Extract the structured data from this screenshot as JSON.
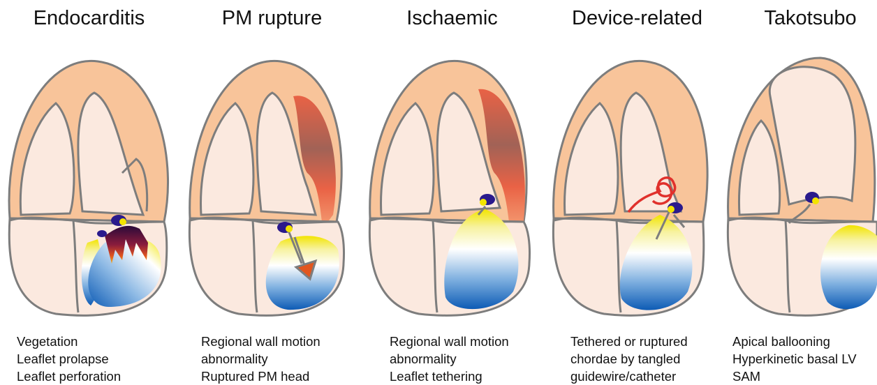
{
  "panels": [
    {
      "title": "Endocarditis",
      "lines": [
        "Vegetation",
        "Leaflet prolapse",
        "Leaflet perforation"
      ]
    },
    {
      "title": "PM rupture",
      "lines": [
        "Regional wall motion",
        "abnormality",
        "Ruptured PM head"
      ]
    },
    {
      "title": "Ischaemic",
      "lines": [
        "Regional wall motion",
        "abnormality",
        "Leaflet tethering"
      ]
    },
    {
      "title": "Device-related",
      "lines": [
        "Tethered or ruptured",
        "chordae by tangled",
        "guidewire/catheter"
      ]
    },
    {
      "title": "Takotsubo",
      "lines": [
        "Apical ballooning",
        "Hyperkinetic basal LV",
        "SAM"
      ]
    }
  ],
  "colors": {
    "myocardium": "#f8c49a",
    "chamber": "#fbe9df",
    "outline": "#7d7d7d",
    "ischaemia": "#e34a33",
    "jet_blue": "#1565c0",
    "jet_yellow": "#f2e400",
    "leaflet_dark": "#2a1a8c",
    "guidewire": "#e0312c"
  }
}
